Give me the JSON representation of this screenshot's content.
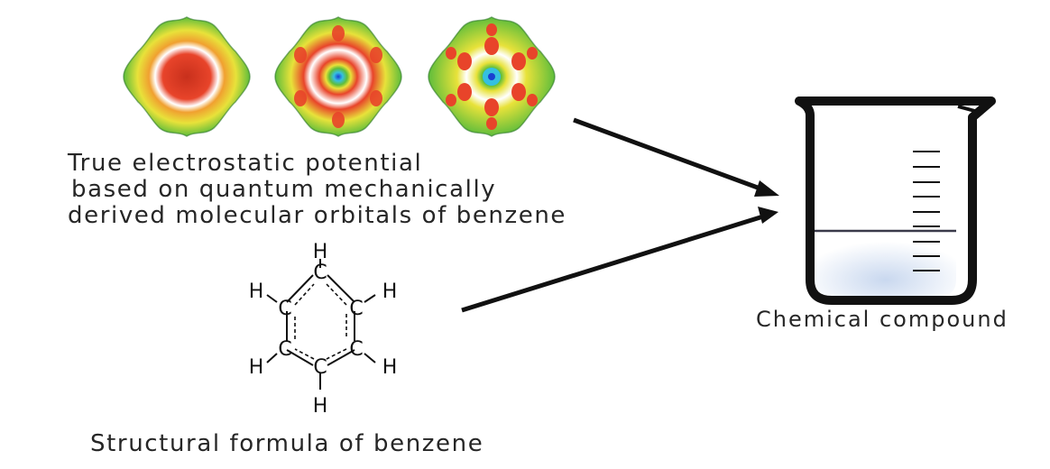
{
  "esp_caption": {
    "line1": "True electrostatic potential",
    "line2": "based on quantum mechanically",
    "line3": "derived molecular orbitals of benzene"
  },
  "structure": {
    "caption": "Structural formula of benzene",
    "carbon": "C",
    "hydrogen": "H"
  },
  "beaker": {
    "caption": "Chemical compound"
  },
  "colors": {
    "map_green": "#5fbd3b",
    "map_yellow": "#e8e23a",
    "map_red": "#e8442a",
    "map_blue": "#1a3fd0",
    "arrow": "#111111",
    "liquid": "#dce6f3"
  },
  "icons": {
    "esp_maps": "electrostatic-potential-map-icon",
    "beaker": "beaker-icon",
    "arrows": "arrow-icon"
  }
}
